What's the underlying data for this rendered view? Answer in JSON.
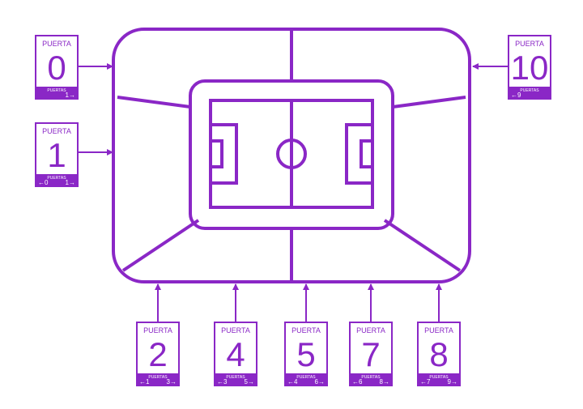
{
  "colors": {
    "accent": "#8a27c6",
    "background": "#ffffff"
  },
  "gates": [
    {
      "title": "PUERTA",
      "number": "0",
      "footer": "PUERTAS",
      "left": "",
      "right": "1→"
    },
    {
      "title": "PUERTA",
      "number": "1",
      "footer": "PUERTAS",
      "left": "←0",
      "right": "1→"
    },
    {
      "title": "PUERTA",
      "number": "10",
      "footer": "PUERTAS",
      "left": "←9",
      "right": ""
    },
    {
      "title": "PUERTA",
      "number": "2",
      "footer": "PUERTAS",
      "left": "←1",
      "right": "3→"
    },
    {
      "title": "PUERTA",
      "number": "4",
      "footer": "PUERTAS",
      "left": "←3",
      "right": "5→"
    },
    {
      "title": "PUERTA",
      "number": "5",
      "footer": "PUERTAS",
      "left": "←4",
      "right": "6→"
    },
    {
      "title": "PUERTA",
      "number": "7",
      "footer": "PUERTAS",
      "left": "←6",
      "right": "8→"
    },
    {
      "title": "PUERTA",
      "number": "8",
      "footer": "PUERTAS",
      "left": "←7",
      "right": "9→"
    }
  ]
}
